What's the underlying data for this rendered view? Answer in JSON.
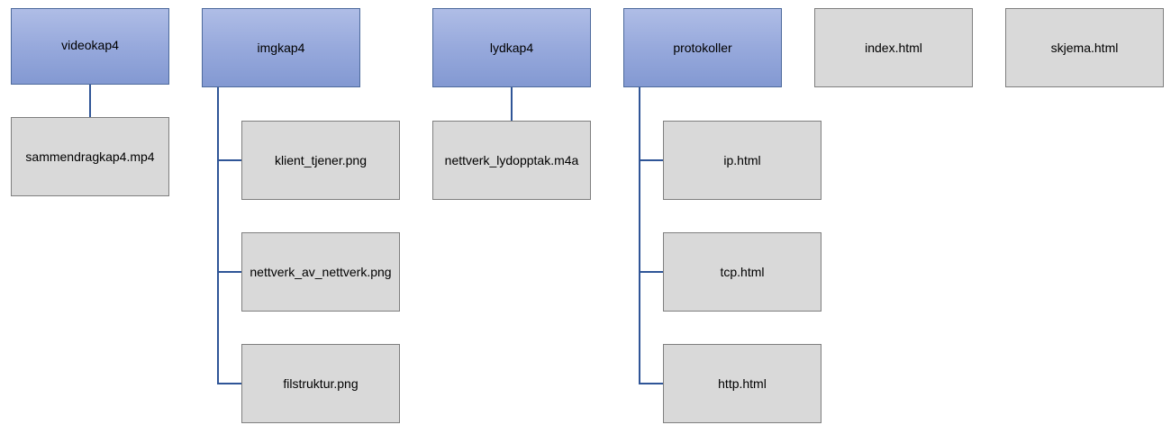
{
  "folders": {
    "videokap4": {
      "label": "videokap4",
      "files": [
        "sammendragkap4.mp4"
      ]
    },
    "imgkap4": {
      "label": "imgkap4",
      "files": [
        "klient_tjener.png",
        "nettverk_av_nettverk.png",
        "filstruktur.png"
      ]
    },
    "lydkap4": {
      "label": "lydkap4",
      "files": [
        "nettverk_lydopptak.m4a"
      ]
    },
    "protokoller": {
      "label": "protokoller",
      "files": [
        "ip.html",
        "tcp.html",
        "http.html"
      ]
    }
  },
  "root_files": [
    "index.html",
    "skjema.html"
  ],
  "colors": {
    "folder_fill": "#97a9dc",
    "folder_border": "#4d6a9c",
    "file_fill": "#d9d9d9",
    "file_border": "#7f7f7f",
    "connector": "#2f5597"
  }
}
